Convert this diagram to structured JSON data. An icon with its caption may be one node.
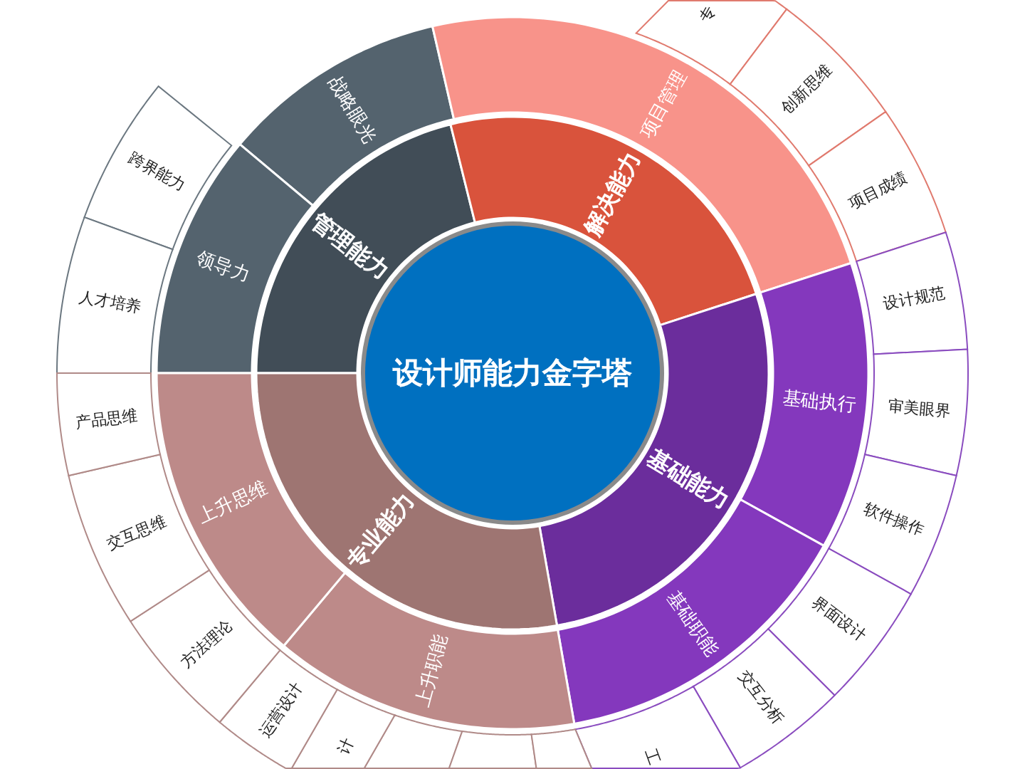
{
  "diagram": {
    "nodes": [
      {
        "text": [
          "设计师能力金字塔"
        ]
      },
      {
        "text": [
          "管理能力"
        ]
      },
      {
        "text": [
          "解决能力"
        ]
      },
      {
        "text": [
          "基础能力"
        ]
      },
      {
        "text": [
          "专业能力"
        ]
      },
      {
        "text": [
          "战略眼光"
        ]
      },
      {
        "text": [
          "领导力"
        ]
      },
      {
        "text": [
          "项目管理"
        ]
      },
      {
        "text": [
          "基础执行"
        ]
      },
      {
        "text": [
          "基础职能"
        ]
      },
      {
        "text": [
          "上升职能"
        ]
      },
      {
        "text": [
          "上升思维"
        ]
      },
      {
        "text": [
          "跨界能力"
        ]
      },
      {
        "text": [
          "人才培养"
        ]
      },
      {
        "text": [
          "专"
        ]
      },
      {
        "text": [
          "创新思维"
        ]
      },
      {
        "text": [
          "项目成绩"
        ]
      },
      {
        "text": [
          "设计规范"
        ]
      },
      {
        "text": [
          "审美眼界"
        ]
      },
      {
        "text": [
          "软件操作"
        ]
      },
      {
        "text": [
          "界面设计"
        ]
      },
      {
        "text": [
          "交互分析"
        ]
      },
      {
        "text": [
          "工"
        ]
      },
      {
        "text": [],
        "shape": "box"
      },
      {
        "text": [],
        "shape": "box"
      },
      {
        "text": [],
        "shape": "box"
      },
      {
        "text": [
          "计"
        ]
      },
      {
        "text": [
          "运营设计"
        ]
      },
      {
        "text": [
          "方法理论"
        ]
      },
      {
        "text": [
          "交互思维"
        ]
      },
      {
        "text": [
          "产品思维"
        ]
      }
    ]
  }
}
